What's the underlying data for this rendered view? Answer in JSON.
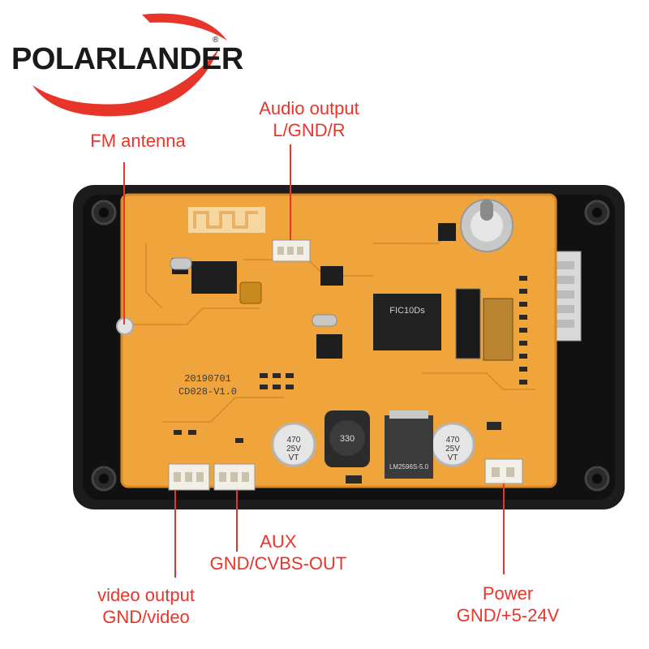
{
  "brand": {
    "name": "POLARLANDER",
    "registered": "®",
    "swoosh_color": "#e8352a"
  },
  "board": {
    "date_code": "20190701",
    "model": "CD028-V1.0",
    "chip_main": "FIC10Ds",
    "chip_regulator": "LM2596S-5.0",
    "cap_left": [
      "470",
      "25V",
      "VT"
    ],
    "cap_right": [
      "470",
      "25V",
      "VT"
    ],
    "inductor": "330"
  },
  "labels": {
    "audio_output": {
      "line1": "Audio output",
      "line2": "L/GND/R"
    },
    "fm_antenna": {
      "line1": "FM antenna"
    },
    "aux": {
      "line1": "AUX",
      "line2": "GND/CVBS-OUT"
    },
    "video_output": {
      "line1": "video output",
      "line2": "GND/video"
    },
    "power": {
      "line1": "Power",
      "line2": "GND/+5-24V"
    }
  },
  "colors": {
    "label": "#e8352a",
    "pcb": "#f0a43c",
    "frame": "#1c1c1c"
  }
}
